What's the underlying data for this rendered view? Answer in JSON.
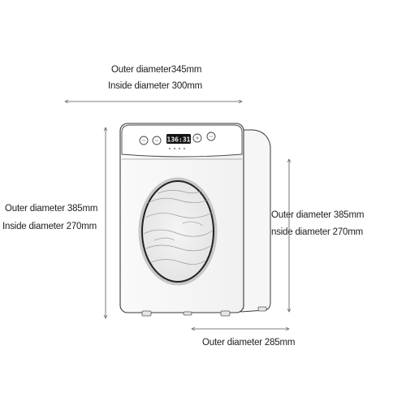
{
  "dimensions": {
    "top_width": {
      "outer_label": "Outer diameter",
      "outer_value": "345mm",
      "inside_label": "Inside diameter",
      "inside_value": "300mm"
    },
    "left_height": {
      "outer_label": "Outer diameter",
      "outer_value": "385mm",
      "inside_label": "Inside diameter",
      "inside_value": "270mm"
    },
    "right_height": {
      "outer_label": "Outer diameter",
      "outer_value": "385mm",
      "inside_label": "Inside diameter",
      "inside_value": "270mm"
    },
    "depth": {
      "outer_label": "Outer diameter",
      "outer_value": "285mm"
    }
  },
  "device": {
    "display_text": "136:31"
  },
  "colors": {
    "line": "#3a3a3a",
    "dimension_line": "#444444",
    "display_bg": "#151515",
    "display_text": "#f2f2f2"
  }
}
